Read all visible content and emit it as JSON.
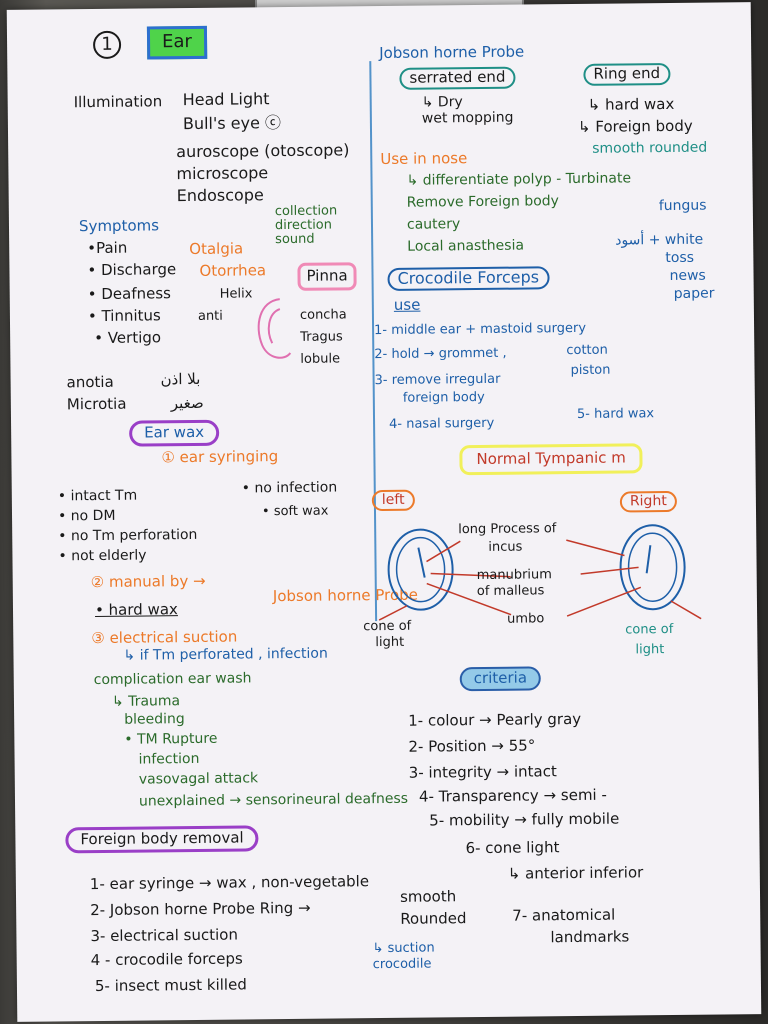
{
  "left": {
    "number": "1",
    "title": "Ear",
    "illumination_label": "Illumination",
    "illumination_items": [
      "Head Light",
      "Bull's eye ⓒ",
      "auroscope (otoscope)",
      "microscope",
      "Endoscope"
    ],
    "symptoms_heading": "Symptoms",
    "symptoms": [
      "•Pain",
      "• Discharge",
      "• Deafness",
      "• Tinnitus",
      "• Vertigo"
    ],
    "symptom_terms": [
      "Otalgia",
      "Otorrhea"
    ],
    "pinna_note": [
      "collection",
      "direction",
      "sound"
    ],
    "pinna_label": "Pinna",
    "ear_parts": [
      "Helix",
      "concha",
      "Tragus",
      "lobule",
      "anti"
    ],
    "conditions": [
      {
        "name": "anotia",
        "arabic": "بلا اذن"
      },
      {
        "name": "Microtia",
        "arabic": "صغير"
      }
    ],
    "ear_wax": {
      "heading": "Ear wax",
      "method1": "① ear syringing",
      "conditions": [
        "• intact Tm",
        "• no DM",
        "• no Tm perforation",
        "• not elderly",
        "• no infection",
        "• soft wax"
      ],
      "method2": "② manual by →",
      "method2_tool": "Jobson horne Probe",
      "method2_use": "• hard wax",
      "method3": "③ electrical suction",
      "method3_note": "↳ if Tm perforated , infection"
    },
    "complications": {
      "heading": "complication ear wash",
      "items": [
        "↳ Trauma",
        "bleeding",
        "• TM Rupture",
        "infection",
        "vasovagal attack",
        "unexplained → sensorineural deafness"
      ]
    },
    "foreign_body": {
      "heading": "Foreign body removal",
      "items": [
        "1- ear syringe → wax , non-vegetable",
        "2- Jobson horne Probe Ring →",
        "3- electrical suction",
        "4 - crocodile forceps",
        "5- insect must killed"
      ],
      "ring_note": [
        "smooth",
        "Rounded"
      ],
      "killed_note": [
        "↳ suction",
        "crocodile"
      ]
    }
  },
  "right": {
    "jobson": {
      "heading": "Jobson horne Probe",
      "serrated_end": "serrated end",
      "serrated_use": [
        "↳ Dry",
        "wet mopping"
      ],
      "ring_end": "Ring end",
      "ring_use": [
        "↳ hard wax",
        "↳ Foreign body",
        "smooth rounded"
      ]
    },
    "nose": {
      "heading": "Use in nose",
      "items": [
        "↳ differentiate polyp - Turbinate",
        "Remove Foreign body",
        "cautery",
        "Local anasthesia"
      ],
      "notes": [
        "fungus",
        "أسود + white",
        "toss",
        "news",
        "paper"
      ]
    },
    "crocodile": {
      "heading": "Crocodile Forceps",
      "use_label": "use",
      "items": [
        "1- middle ear + mastoid surgery",
        "2- hold → grommet ,",
        "3- remove irregular",
        "foreign body",
        "4- nasal surgery",
        "5- hard wax"
      ],
      "item2_note": [
        "cotton",
        "piston"
      ]
    },
    "tm": {
      "heading": "Normal Tympanic m",
      "left_label": "left",
      "right_label": "Right",
      "parts": [
        [
          "long Process of",
          "incus"
        ],
        [
          "manubrium",
          "of malleus"
        ],
        [
          "umbo"
        ]
      ],
      "cone_left": [
        "cone of",
        "light"
      ],
      "cone_right": [
        "cone of",
        "light"
      ]
    },
    "criteria": {
      "heading": "criteria",
      "items": [
        "1- colour → Pearly gray",
        "2- Position → 55°",
        "3- integrity → intact",
        "4- Transparency → semi -",
        "5- mobility → fully mobile",
        "6- cone light",
        "↳ anterior inferior",
        "7- anatomical",
        "landmarks"
      ]
    }
  }
}
